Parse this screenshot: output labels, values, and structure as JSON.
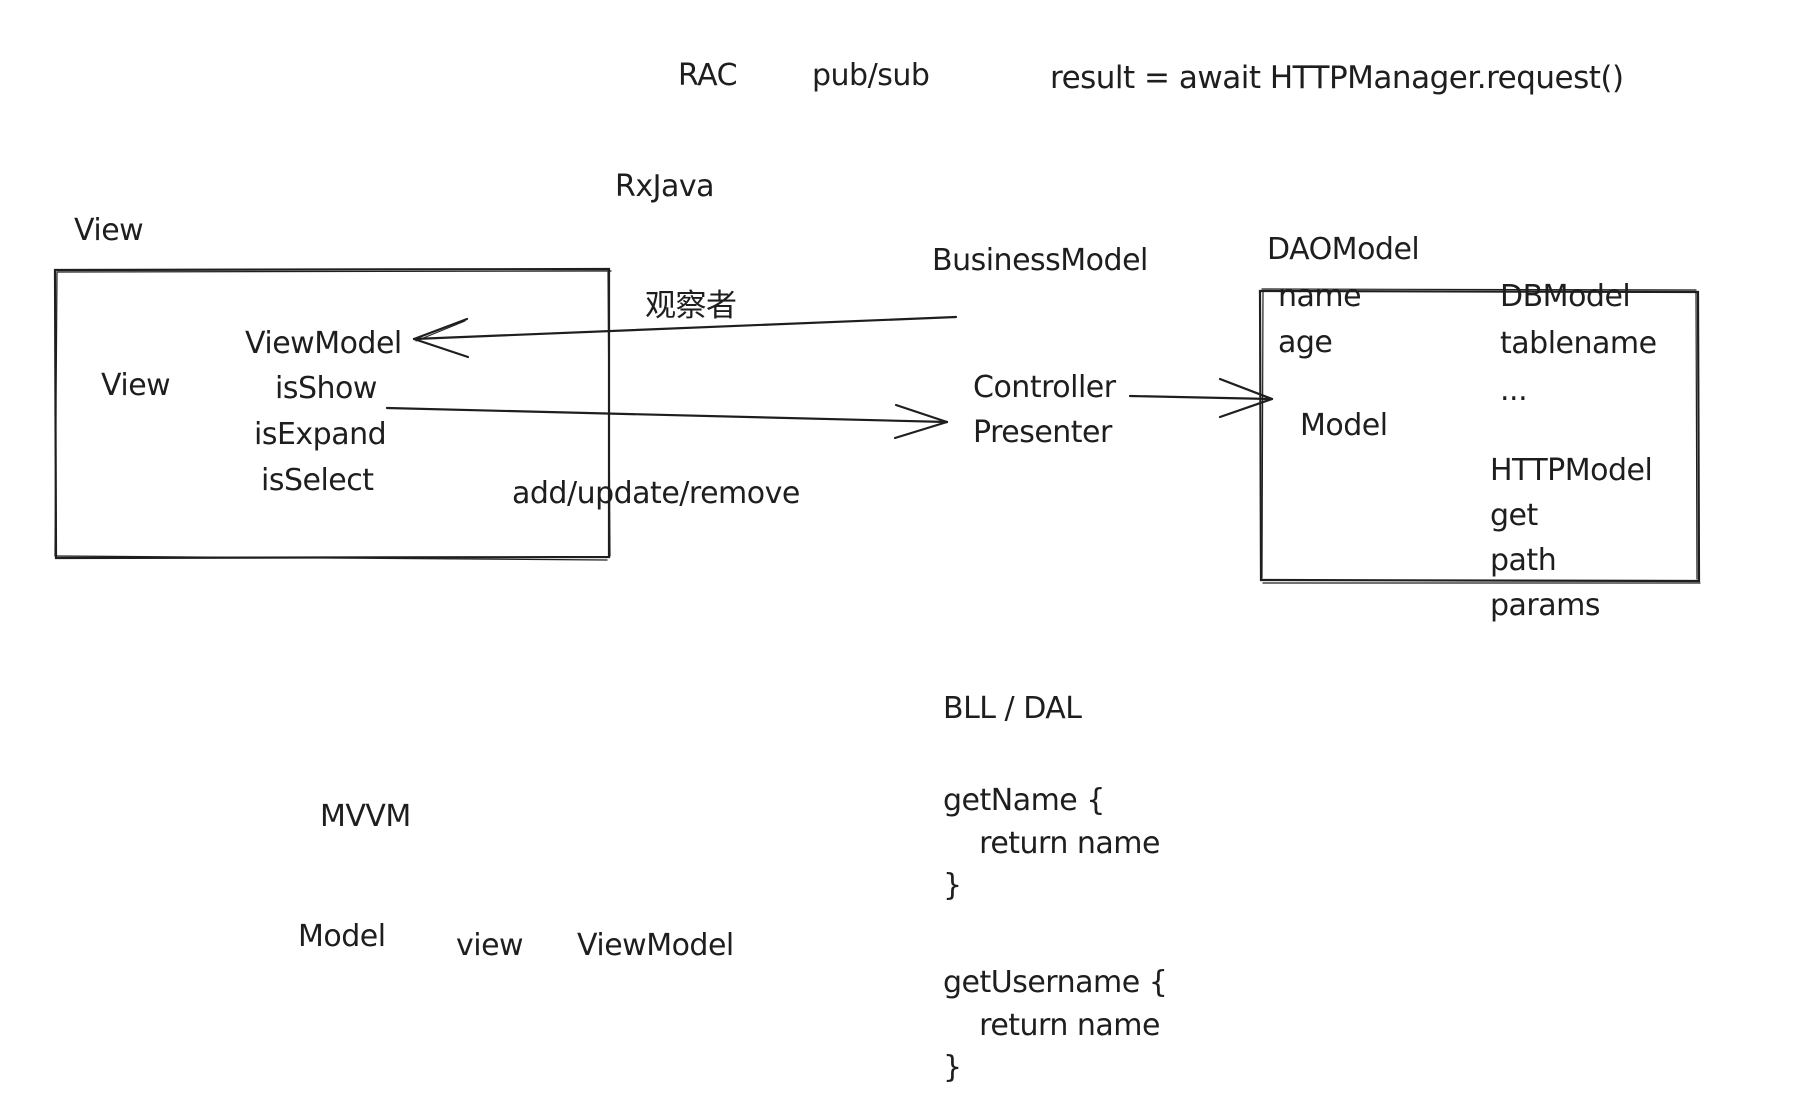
{
  "colors": {
    "ink": "#1e1e1e",
    "background": "#ffffff"
  },
  "top_notes": {
    "rac": "RAC",
    "pubsub": "pub/sub",
    "await_code": "result = await HTTPManager.request()",
    "rxjava": "RxJava"
  },
  "view_section": {
    "outer_label": "View",
    "inner_view": "View",
    "viewmodel": "ViewModel",
    "properties": [
      "isShow",
      "isExpand",
      "isSelect"
    ],
    "observer_label": "观察者",
    "actions_label": "add/update/remove"
  },
  "middle": {
    "business_model": "BusinessModel",
    "controller": "Controller",
    "presenter": "Presenter"
  },
  "model_box": {
    "title": "DAOModel",
    "left_fields": [
      "name",
      "age"
    ],
    "model_label": "Model",
    "db_model": {
      "title": "DBModel",
      "fields": [
        "tablename",
        "..."
      ]
    },
    "http_model": {
      "title": "HTTPModel",
      "fields": [
        "get",
        "path",
        "params"
      ]
    }
  },
  "layers": {
    "title": "BLL / DAL",
    "code": [
      "getName {",
      "    return name",
      "}",
      "getUsername {",
      "    return name",
      "}"
    ]
  },
  "mvvm": {
    "title": "MVVM",
    "parts": [
      "Model",
      "view",
      "ViewModel"
    ]
  },
  "arrows": [
    {
      "from": "BusinessModel",
      "to": "ViewModel",
      "label": "观察者"
    },
    {
      "from": "isShow",
      "to": "Controller/Presenter",
      "label": "add/update/remove"
    },
    {
      "from": "Controller",
      "to": "Model"
    }
  ]
}
